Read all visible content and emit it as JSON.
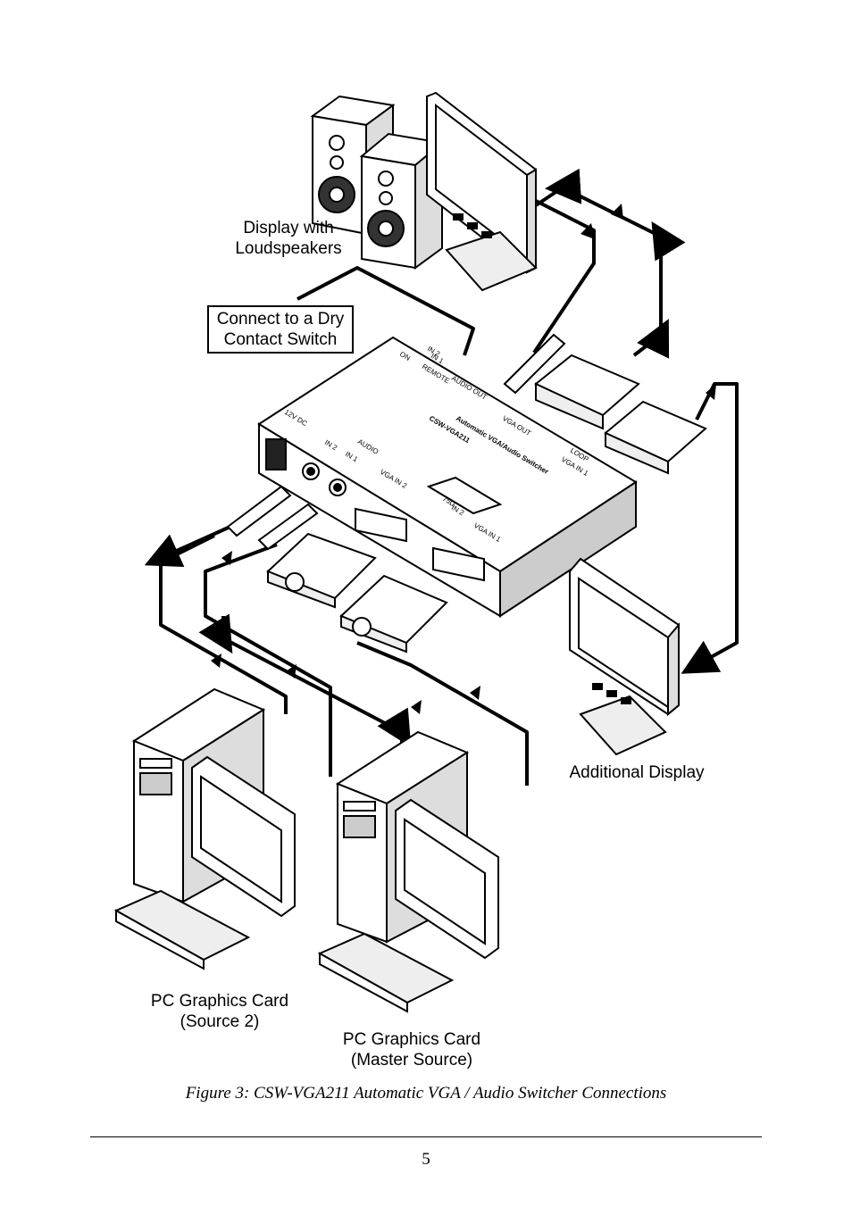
{
  "labels": {
    "display_speakers": [
      "Display with",
      "Loudspeakers"
    ],
    "dry_contact": [
      "Connect to a Dry",
      "Contact Switch"
    ],
    "additional_display": "Additional Display",
    "pc_source2": [
      "PC Graphics Card",
      "(Source 2)"
    ],
    "pc_master": [
      "PC Graphics Card",
      "(Master Source)"
    ]
  },
  "device": {
    "model": "CSW-VGA211",
    "name": "Automatic VGA/Audio Switcher",
    "ports": [
      "12V DC",
      "AUDIO",
      "IN 2",
      "IN 1",
      "VGA IN 2",
      "VGA IN 1",
      "IN 2",
      "75Ω",
      "VGA OUT",
      "LOOP",
      "VGA IN 1",
      "REMOTE",
      "AUDIO OUT",
      "IN 1",
      "IN 2",
      "ON"
    ]
  },
  "caption": "Figure 3: CSW-VGA211 Automatic VGA / Audio Switcher Connections",
  "page_number": "5"
}
